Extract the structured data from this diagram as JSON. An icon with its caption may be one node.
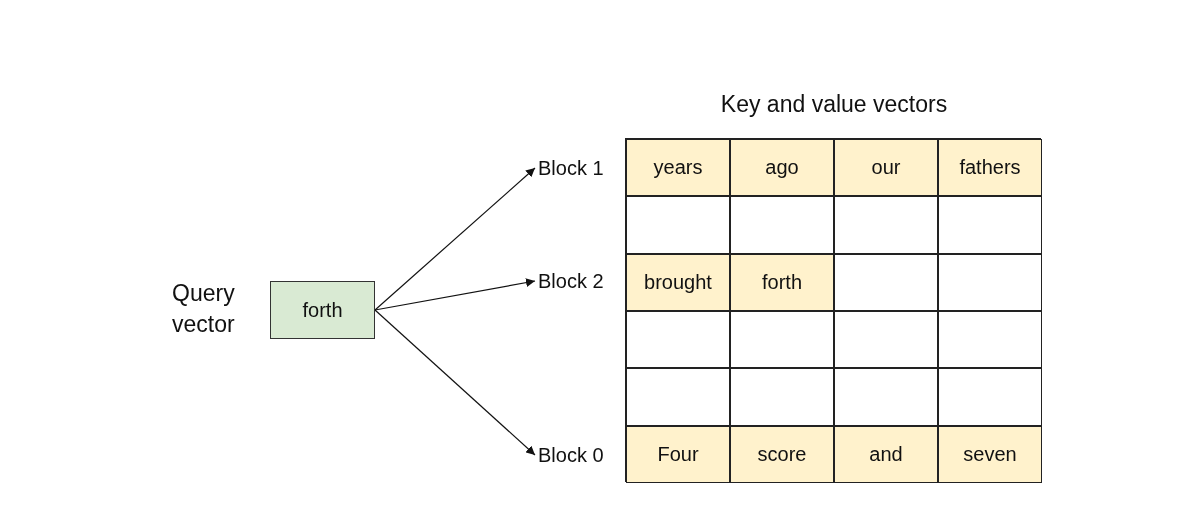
{
  "diagram": {
    "nodes": [
      {
        "text": [
          "forth"
        ],
        "beside": [
          "Query vector"
        ]
      },
      {
        "text": [
          "Block 1"
        ]
      },
      {
        "text": [
          "Block 2"
        ]
      },
      {
        "text": [
          "Block 0"
        ]
      },
      {
        "text": [
          "Key and value vectors"
        ]
      },
      {
        "text": [
          "years"
        ],
        "in": 4
      },
      {
        "text": [
          "ago"
        ],
        "in": 4
      },
      {
        "text": [
          "our"
        ],
        "in": 4
      },
      {
        "text": [
          "fathers"
        ],
        "in": 4
      },
      {
        "text": [],
        "shape": "box",
        "in": 4
      },
      {
        "text": [],
        "shape": "box",
        "in": 4
      },
      {
        "text": [],
        "shape": "box",
        "in": 4
      },
      {
        "text": [],
        "shape": "box",
        "in": 4
      },
      {
        "text": [
          "brought"
        ],
        "in": 4
      },
      {
        "text": [
          "forth"
        ],
        "in": 4
      },
      {
        "text": [],
        "shape": "box",
        "in": 4
      },
      {
        "text": [],
        "shape": "box",
        "in": 4
      },
      {
        "text": [],
        "shape": "box",
        "in": 4
      },
      {
        "text": [],
        "shape": "box",
        "in": 4
      },
      {
        "text": [],
        "shape": "box",
        "in": 4
      },
      {
        "text": [],
        "shape": "box",
        "in": 4
      },
      {
        "text": [],
        "shape": "box",
        "in": 4
      },
      {
        "text": [],
        "shape": "box",
        "in": 4
      },
      {
        "text": [],
        "shape": "box",
        "in": 4
      },
      {
        "text": [],
        "shape": "box",
        "in": 4
      },
      {
        "text": [
          "Four"
        ],
        "in": 4
      },
      {
        "text": [
          "score"
        ],
        "in": 4
      },
      {
        "text": [
          "and"
        ],
        "in": 4
      },
      {
        "text": [
          "seven"
        ],
        "in": 4
      }
    ],
    "edges": [
      {
        "from": 0,
        "to": 1,
        "arrow": "to"
      },
      {
        "from": 0,
        "to": 2,
        "arrow": "to"
      },
      {
        "from": 0,
        "to": 3,
        "arrow": "to"
      }
    ]
  }
}
